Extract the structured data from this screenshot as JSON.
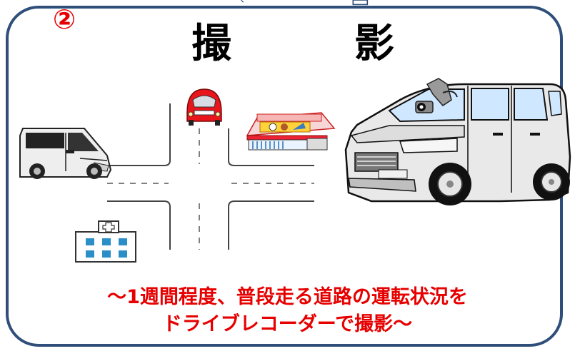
{
  "badge": "②",
  "title": {
    "char1": "撮",
    "char2": "影"
  },
  "caption": {
    "line1": "～1週間程度、普段走る道路の運転状況を",
    "line2": "ドライブレコーダーで撮影～"
  },
  "colors": {
    "frame": "#2f4f7a",
    "accent_red": "#e60000",
    "car_red": "#e8151b",
    "hospital_window": "#2a8fc7"
  },
  "icons": [
    "van-icon",
    "red-car-icon",
    "supermarket-icon",
    "hospital-icon",
    "car-with-dashcam-icon",
    "dash-camera-icon"
  ]
}
